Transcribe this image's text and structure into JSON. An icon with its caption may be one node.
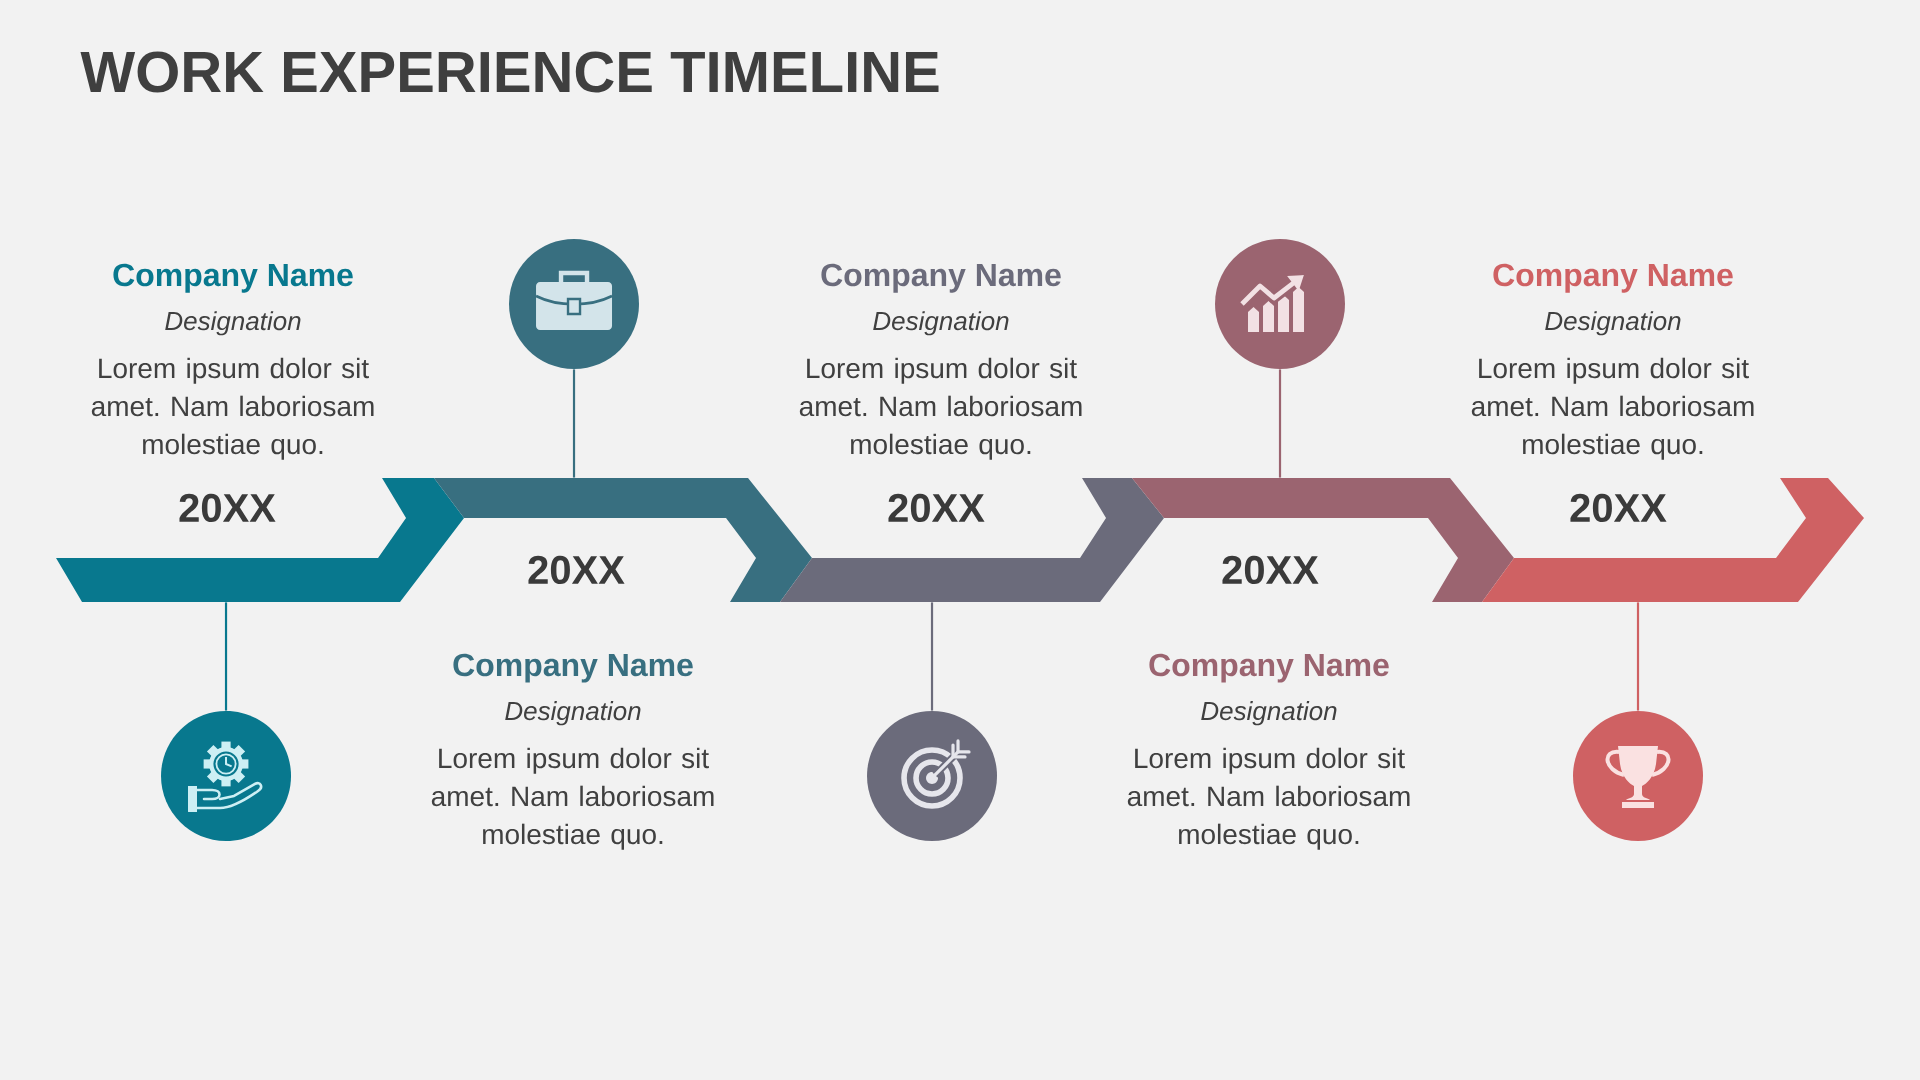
{
  "diagram": {
    "title": "WORK EXPERIENCE TIMELINE",
    "nodes": [
      {
        "text": [
          "20XX"
        ],
        "beside": [
          "Company Name",
          "Designation",
          "Lorem ipsum dolor sit amet. Nam laboriosam molestiae quo."
        ]
      },
      {
        "text": [
          "20XX"
        ],
        "beside": [
          "Company Name",
          "Designation",
          "Lorem ipsum dolor sit amet. Nam laboriosam molestiae quo."
        ]
      },
      {
        "text": [
          "20XX"
        ],
        "beside": [
          "Company Name",
          "Designation",
          "Lorem ipsum dolor sit amet. Nam laboriosam molestiae quo."
        ]
      },
      {
        "text": [
          "20XX"
        ],
        "beside": [
          "Company Name",
          "Designation",
          "Lorem ipsum dolor sit amet. Nam laboriosam molestiae quo."
        ]
      },
      {
        "text": [
          "20XX"
        ],
        "beside": [
          "Company Name",
          "Designation",
          "Lorem ipsum dolor sit amet. Nam laboriosam molestiae quo."
        ]
      },
      {
        "text": [],
        "shape": "circle"
      },
      {
        "text": [],
        "shape": "circle"
      },
      {
        "text": [],
        "shape": "circle"
      },
      {
        "text": [],
        "shape": "circle"
      },
      {
        "text": [],
        "shape": "circle"
      }
    ],
    "edges": [
      {
        "from": 5,
        "to": 0,
        "arrow": "none",
        "color": "#08788e"
      },
      {
        "from": 6,
        "to": 1,
        "arrow": "none",
        "color": "#386f80"
      },
      {
        "from": 7,
        "to": 2,
        "arrow": "none",
        "color": "#6b6b7b"
      },
      {
        "from": 8,
        "to": 3,
        "arrow": "none",
        "color": "#9b6470"
      },
      {
        "from": 9,
        "to": 4,
        "arrow": "none",
        "color": "#cf6163"
      }
    ]
  }
}
